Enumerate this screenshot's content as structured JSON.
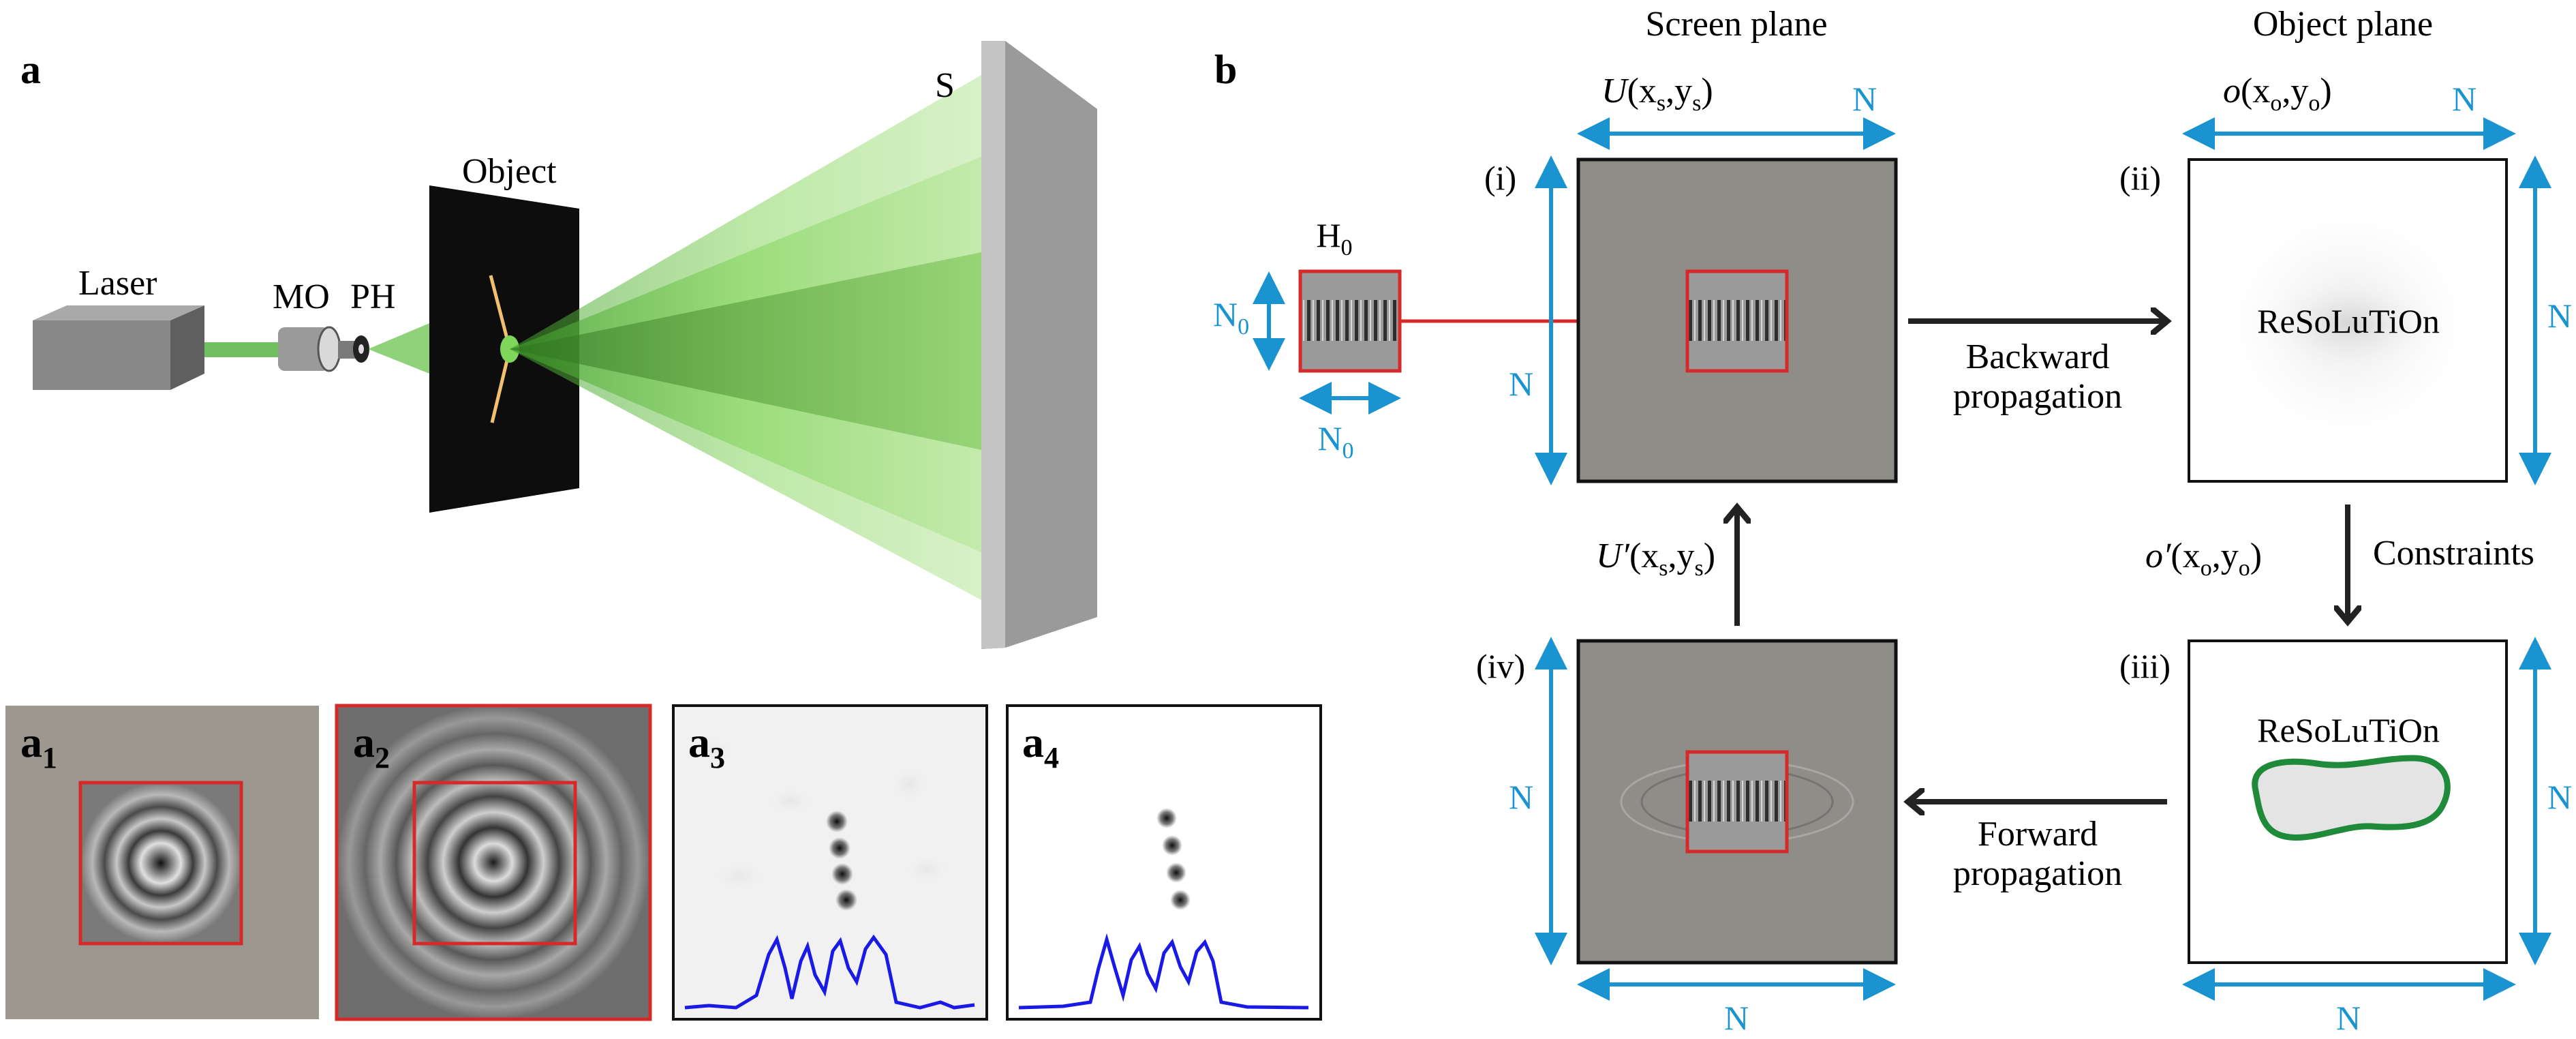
{
  "panel_a": {
    "label": "a",
    "laser_label": "Laser",
    "mo_label": "MO",
    "ph_label": "PH",
    "object_label": "Object",
    "screen_label": "S",
    "subpanels": [
      {
        "letter": "a",
        "sub": "1"
      },
      {
        "letter": "a",
        "sub": "2"
      },
      {
        "letter": "a",
        "sub": "3"
      },
      {
        "letter": "a",
        "sub": "4"
      }
    ]
  },
  "panel_b": {
    "label": "b",
    "screen_plane_title": "Screen plane",
    "object_plane_title": "Object plane",
    "field_screen": {
      "main": "U",
      "args": "(x",
      "s1": "s",
      "comma": ",y",
      "s2": "s",
      "close": ")"
    },
    "field_object": {
      "main": "o",
      "args": "(x",
      "s1": "o",
      "comma": ",y",
      "s2": "o",
      "close": ")"
    },
    "field_screen_updated": {
      "main": "U′",
      "args": "(x",
      "s1": "s",
      "comma": ",y",
      "s2": "s",
      "close": ")"
    },
    "field_object_updated": {
      "main": "o′",
      "args": "(x",
      "s1": "o",
      "comma": ",y",
      "s2": "o",
      "close": ")"
    },
    "h0_label": {
      "main": "H",
      "sub": "0"
    },
    "n0_label": {
      "main": "N",
      "sub": "0"
    },
    "n_label": "N",
    "step_labels": [
      "(i)",
      "(ii)",
      "(iii)",
      "(iv)"
    ],
    "backward_line1": "Backward",
    "backward_line2": "propagation",
    "forward_line1": "Forward",
    "forward_line2": "propagation",
    "constraints_label": "Constraints",
    "object_text": "ReSoLuTiOn"
  },
  "colors": {
    "dimension_arrow": "#1a93d1",
    "hologram_frame": "#d62a2a",
    "support_outline": "#1e8a3a",
    "profile_line": "#1a1ae6",
    "screen_gray": "#8f8d88",
    "beam_green": "#7fd65a"
  }
}
